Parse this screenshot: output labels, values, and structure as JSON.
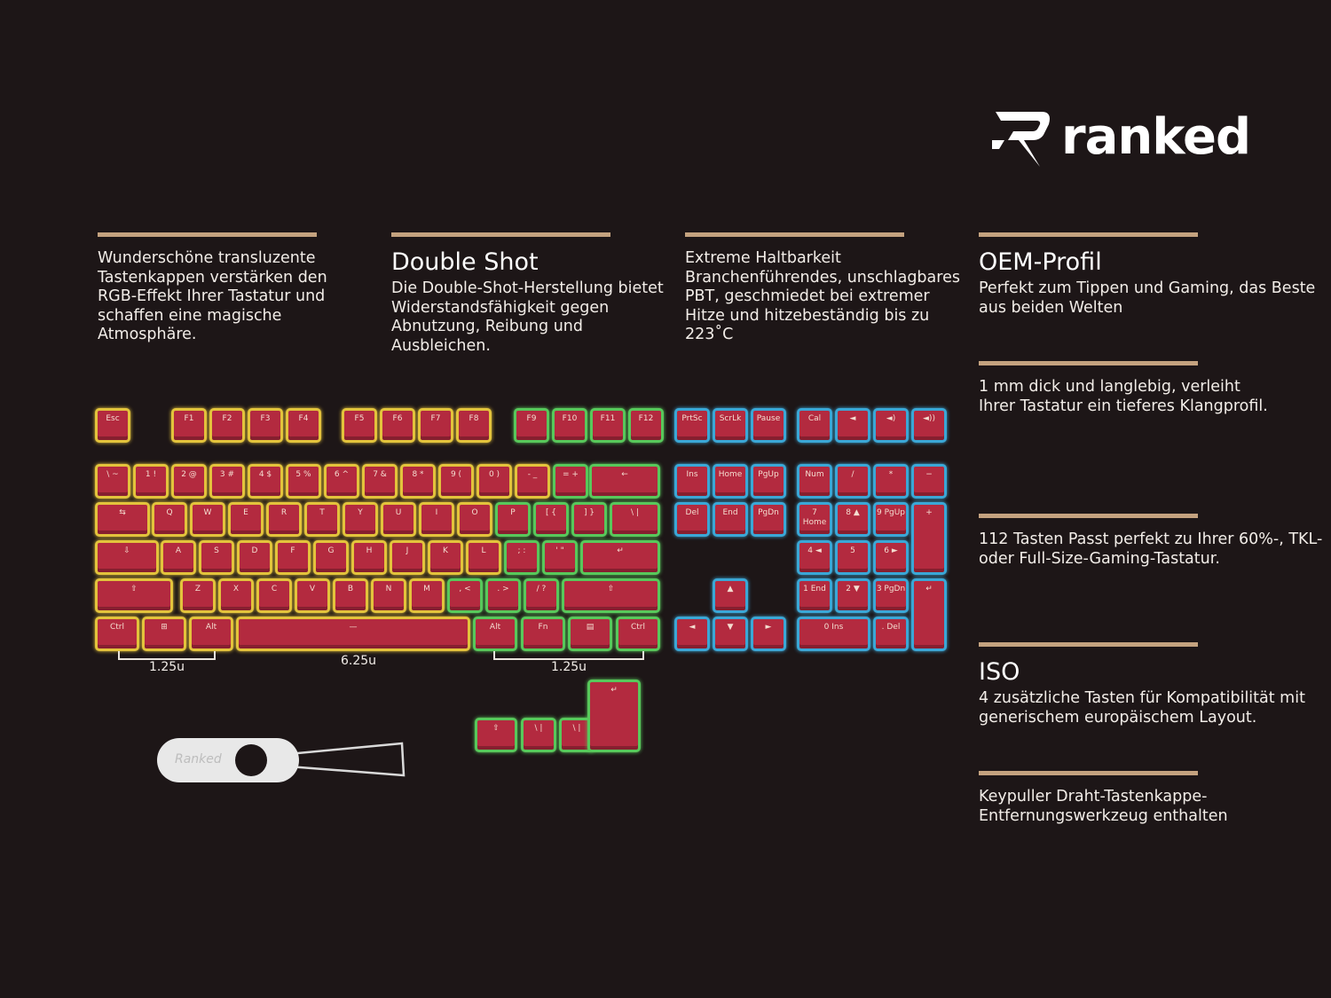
{
  "brand": {
    "name": "ranked"
  },
  "features": [
    {
      "title": "",
      "text": "Wunderschöne transluzente Tastenkappen verstärken den RGB-Effekt Ihrer Tastatur und schaffen eine magische Atmosphäre."
    },
    {
      "title": "Double Shot",
      "text": "Die Double-Shot-Herstellung bietet Widerstandsfähigkeit gegen Abnutzung, Reibung und Ausbleichen."
    },
    {
      "title": "",
      "text": "Extreme Haltbarkeit Branchenführendes, unschlagbares PBT, geschmiedet bei extremer Hitze und hitzebeständig bis zu 223˚C"
    },
    {
      "title": "OEM-Profil",
      "text": "Perfekt zum Tippen und Gaming, das Beste aus beiden Welten"
    },
    {
      "title": "",
      "text": "1 mm dick und langlebig, verleiht Ihrer Tastatur ein tieferes Klangprofil."
    },
    {
      "title": "",
      "text": "112 Tasten Passt perfekt zu Ihrer 60%-, TKL- oder Full-Size-Gaming-Tastatur."
    },
    {
      "title": "ISO",
      "text": "4 zusätzliche Tasten für Kompatibilität mit generischem europäischem Layout."
    },
    {
      "title": "",
      "text": "Keypuller Draht-Tastenkappe-Entfernungswerkzeug enthalten"
    }
  ],
  "dimensions": {
    "d1": "1.25u",
    "d2": "6.25u",
    "d3": "1.25u"
  },
  "puller_label": "Ranked",
  "colors": {
    "background": "#1d1617",
    "keycap": "#b32a3f",
    "accent_bar": "#c4a27f",
    "glow_yellow": "#e3c33c",
    "glow_green": "#58c85b",
    "glow_blue": "#3ba7d6"
  },
  "keys": {
    "fn_row": [
      "Esc",
      "F1",
      "F2",
      "F3",
      "F4",
      "F5",
      "F6",
      "F7",
      "F8",
      "F9",
      "F10",
      "F11",
      "F12",
      "PrtSc",
      "ScrLk",
      "Pause",
      "Cal",
      "◄",
      "◄)",
      "◄))"
    ],
    "num_row": [
      "\\ ~",
      "1 !",
      "2 @",
      "3 #",
      "4 $",
      "5 %",
      "6 ^",
      "7 &",
      "8 *",
      "9 (",
      "0 )",
      "- _",
      "= +",
      "←",
      "Ins",
      "Home",
      "PgUp",
      "Num",
      "/",
      "*",
      "−"
    ],
    "top_row": [
      "⇆",
      "Q",
      "W",
      "E",
      "R",
      "T",
      "Y",
      "U",
      "I",
      "O",
      "P",
      "[ {",
      "] }",
      "\\ |",
      "Del",
      "End",
      "PgDn",
      "7 Home",
      "8 ▲",
      "9 PgUp",
      "+"
    ],
    "home_row": [
      "⇩",
      "A",
      "S",
      "D",
      "F",
      "G",
      "H",
      "J",
      "K",
      "L",
      "; :",
      "' \"",
      "↵",
      "4 ◄",
      "5",
      "6 ►"
    ],
    "shift_row": [
      "⇧",
      "Z",
      "X",
      "C",
      "V",
      "B",
      "N",
      "M",
      ", <",
      ". >",
      "/ ?",
      "⇧",
      "▲",
      "1 End",
      "2 ▼",
      "3 PgDn",
      "↵"
    ],
    "bottom_row": [
      "Ctrl",
      "⊞",
      "Alt",
      "—",
      "Alt",
      "Fn",
      "▤",
      "Ctrl",
      "◄",
      "▼",
      "►",
      "0 Ins",
      ". Del"
    ],
    "iso_row": [
      "⇧",
      "\\ |",
      "\\ |",
      "↵"
    ]
  }
}
